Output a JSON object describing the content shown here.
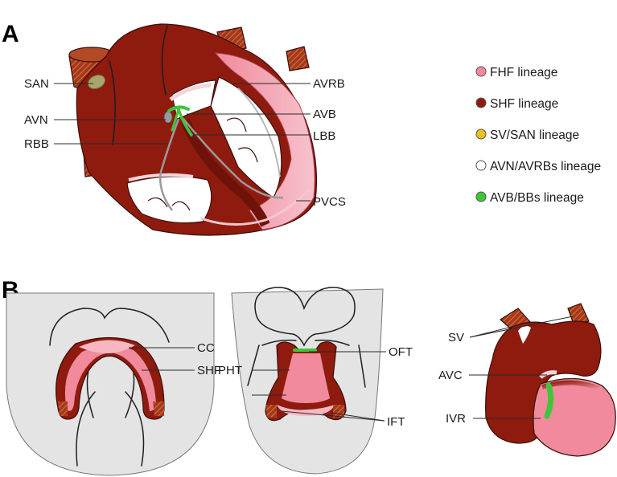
{
  "panels": {
    "a": "A",
    "b": "B"
  },
  "panel_a_labels": {
    "san": "SAN",
    "avn": "AVN",
    "rbb": "RBB",
    "avrb": "AVRB",
    "avb": "AVB",
    "lbb": "LBB",
    "pvcs": "PVCS"
  },
  "panel_b_labels": {
    "cc": "CC",
    "shf": "SHF",
    "pht": "PHT",
    "oft": "OFT",
    "ift": "IFT",
    "sv": "SV",
    "avc": "AVC",
    "ivr": "IVR"
  },
  "legend": [
    {
      "label": "FHF lineage",
      "color": "#f08a9c"
    },
    {
      "label": "SHF lineage",
      "color": "#8e1b0e"
    },
    {
      "label": "SV/SAN lineage",
      "color": "#e8c21a"
    },
    {
      "label": "AVN/AVRBs lineage",
      "color": "#ffffff"
    },
    {
      "label": "AVB/BBs lineage",
      "color": "#3ec63a"
    }
  ],
  "colors": {
    "fhf": "#f08a9c",
    "fhf_light": "#f6b6c2",
    "shf": "#8e1b0e",
    "shf_dark": "#6f130a",
    "conduction": "#3ec63a",
    "embryo": "#e4e4e4",
    "hatch": "#c8542a",
    "san_blob": "#a9a56c"
  }
}
